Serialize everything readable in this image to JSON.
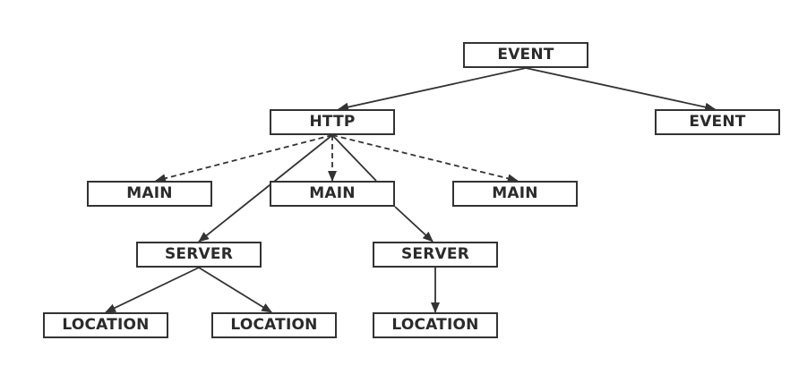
{
  "diagram": {
    "line_color": "#333333",
    "nodes": [
      {
        "id": "event_root",
        "label": "EVENT"
      },
      {
        "id": "http",
        "label": "HTTP"
      },
      {
        "id": "event_right",
        "label": "EVENT"
      },
      {
        "id": "main_left",
        "label": "MAIN"
      },
      {
        "id": "main_center",
        "label": "MAIN"
      },
      {
        "id": "main_right",
        "label": "MAIN"
      },
      {
        "id": "server_left",
        "label": "SERVER"
      },
      {
        "id": "server_right",
        "label": "SERVER"
      },
      {
        "id": "location_1",
        "label": "LOCATION"
      },
      {
        "id": "location_2",
        "label": "LOCATION"
      },
      {
        "id": "location_3",
        "label": "LOCATION"
      }
    ],
    "edges": [
      {
        "from": "event_root",
        "to": "http",
        "style": "solid"
      },
      {
        "from": "event_root",
        "to": "event_right",
        "style": "solid"
      },
      {
        "from": "http",
        "to": "main_left",
        "style": "dashed"
      },
      {
        "from": "http",
        "to": "main_center",
        "style": "dashed"
      },
      {
        "from": "http",
        "to": "main_right",
        "style": "dashed"
      },
      {
        "from": "http",
        "to": "server_left",
        "style": "solid"
      },
      {
        "from": "http",
        "to": "main_center",
        "style": "solid-line"
      },
      {
        "from": "main_center",
        "to": "server_right",
        "style": "solid"
      },
      {
        "from": "server_left",
        "to": "location_1",
        "style": "solid"
      },
      {
        "from": "server_left",
        "to": "location_2",
        "style": "solid"
      },
      {
        "from": "server_right",
        "to": "location_3",
        "style": "solid"
      }
    ]
  }
}
